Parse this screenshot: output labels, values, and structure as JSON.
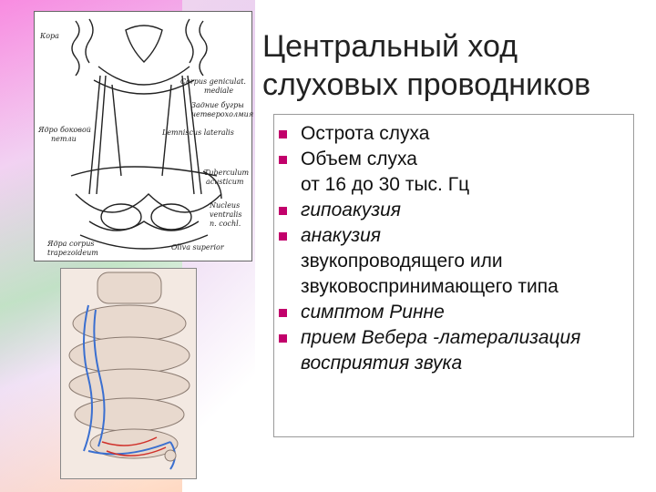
{
  "slide": {
    "title_line1": "Центральный ход",
    "title_line2": "слуховых проводников",
    "bullets": [
      {
        "text": "Острота слуха",
        "italic": false,
        "marker": true
      },
      {
        "text": "Объем слуха",
        "italic": false,
        "marker": true
      },
      {
        "text": "от 16 до 30 тыс. Гц",
        "italic": false,
        "marker": false
      },
      {
        "text": "гипоакузия",
        "italic": true,
        "marker": true
      },
      {
        "text": "анакузия",
        "italic": true,
        "marker": true
      },
      {
        "text": "звукопроводящего или",
        "italic": false,
        "marker": false
      },
      {
        "text": "звуковоспринимающего типа",
        "italic": false,
        "marker": false
      },
      {
        "text": "симптом Ринне",
        "italic": true,
        "marker": true
      },
      {
        "text": "прием Вебера -латерализация",
        "italic": true,
        "marker": true
      },
      {
        "text": "восприятия звука",
        "italic": true,
        "marker": false
      }
    ],
    "bullet_color": "#c2006b"
  },
  "diagram_labels": {
    "kora": "Кора",
    "corpus": "Corpus geniculat.",
    "mediale": "mediale",
    "bugry1": "Задние бугры",
    "bugry2": "четверохолмия",
    "yadro1": "Ядро боковой",
    "yadro2": "петли",
    "lemniscus": "Lemniscus lateralis",
    "tuberculum": "Tuberculum",
    "acusticum": "acusticum",
    "nucleus1": "Nucleus",
    "nucleus2": "ventralis",
    "nucleus3": "n. cochl.",
    "trapez1": "Ядра corpus",
    "trapez2": "trapezoideum",
    "oliva": "Oliva superior"
  }
}
